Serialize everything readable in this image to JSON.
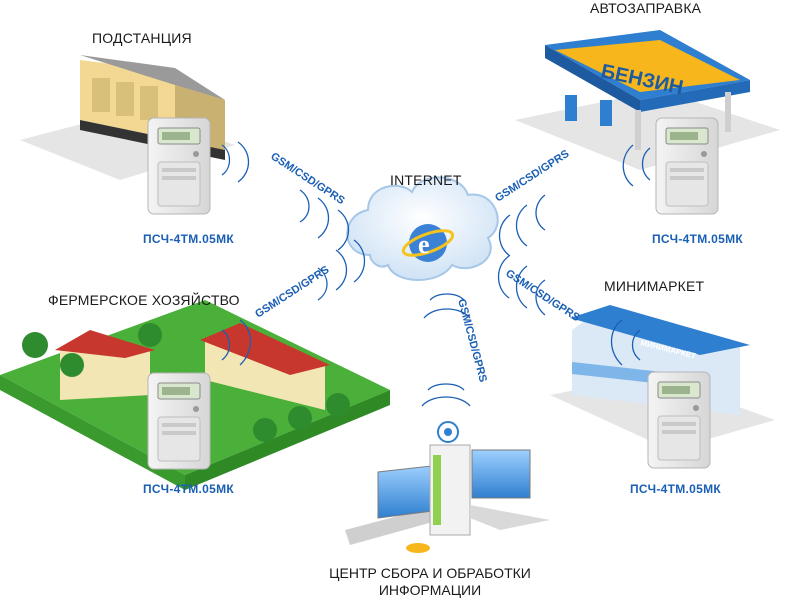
{
  "hub": {
    "label": "INTERNET",
    "icon": "internet-explorer-icon"
  },
  "nodes": {
    "substation": {
      "label": "ПОДСТАНЦИЯ",
      "meter": "ПСЧ-4ТМ.05МК",
      "link": "GSM/CSD/GPRS"
    },
    "gas_station": {
      "label": "АВТОЗАПРАВКА",
      "sign": "БЕНЗИН",
      "meter": "ПСЧ-4ТМ.05МК",
      "link": "GSM/CSD/GPRS"
    },
    "farm": {
      "label": "ФЕРМЕРСКОЕ ХОЗЯЙСТВО",
      "meter": "ПСЧ-4ТМ.05МК",
      "link": "GSM/CSD/GPRS"
    },
    "minimarket": {
      "label": "МИНИМАРКЕТ",
      "sign": "МИНИМАРКЕТ",
      "meter": "ПСЧ-4ТМ.05МК",
      "link": "GSM/CSD/GPRS"
    },
    "center": {
      "label_line1": "ЦЕНТР СБОРА И ОБРАБОТКИ",
      "label_line2": "ИНФОРМАЦИИ",
      "link": "GSM/CSD/GPRS"
    }
  },
  "colors": {
    "link_blue": "#1a5fb4",
    "cloud": "#e6f0fa",
    "ground": "#e9e9e9",
    "grass": "#4bb03a",
    "roof_red": "#c8372d",
    "canopy_blue": "#2f7fd0",
    "sign_yellow": "#f6b61c"
  }
}
